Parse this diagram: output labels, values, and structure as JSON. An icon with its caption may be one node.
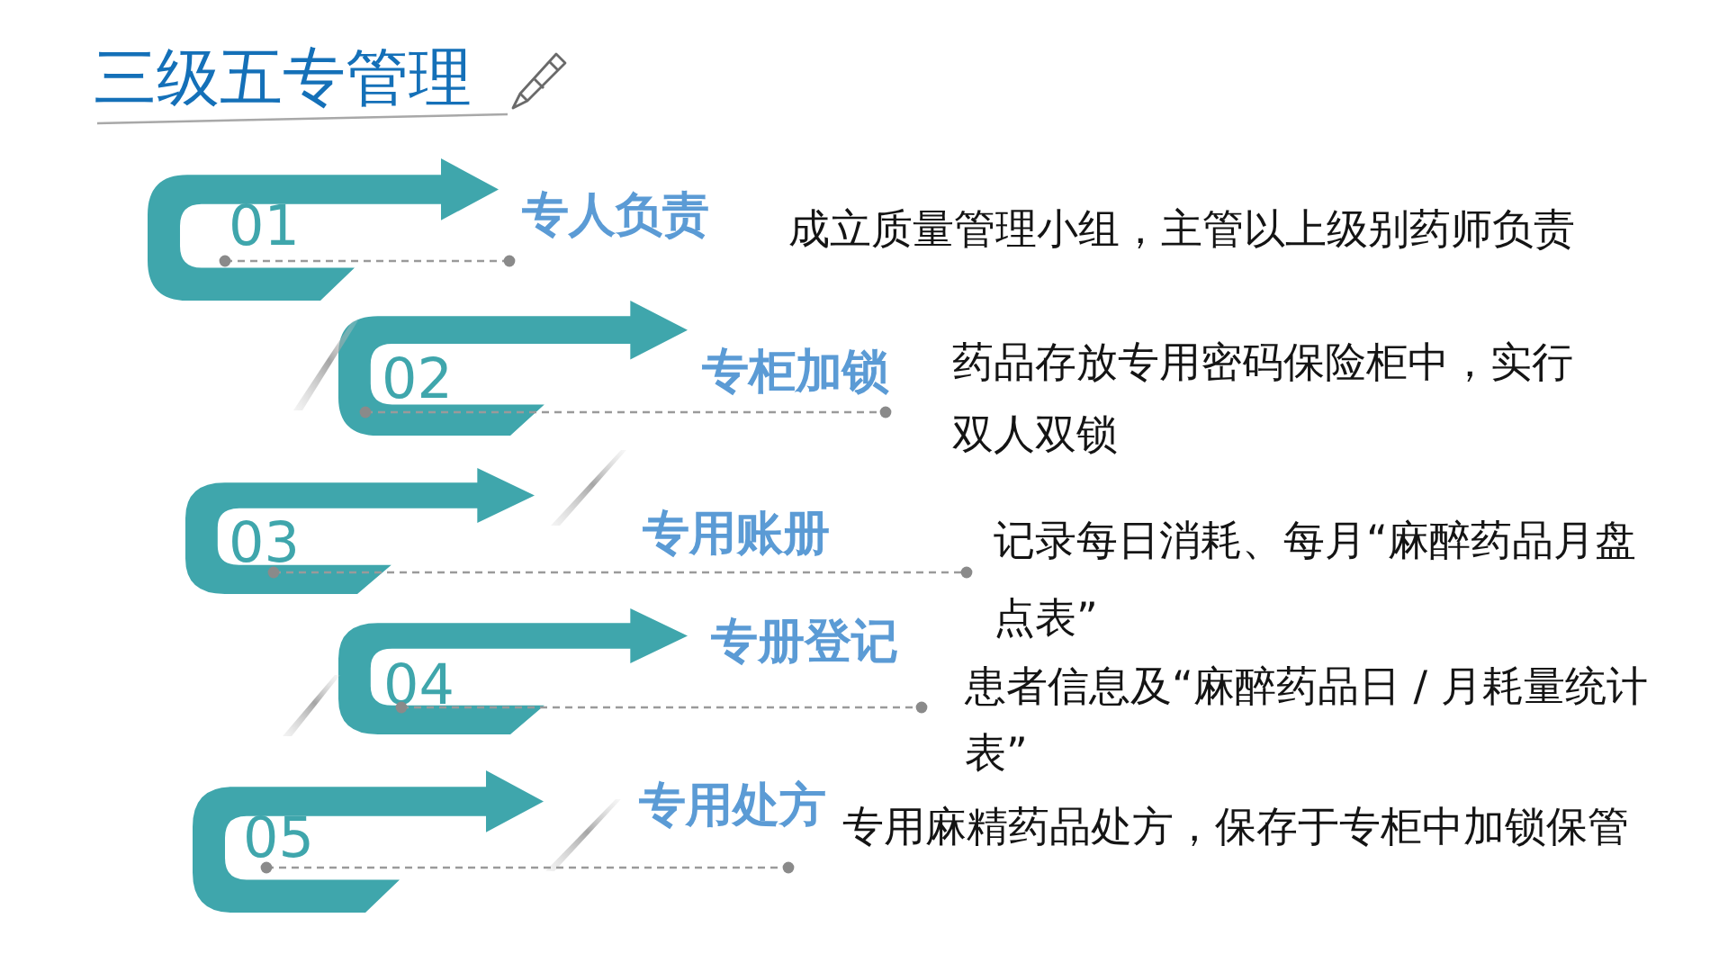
{
  "diagram": {
    "title": "三级五专管理",
    "nodes": [
      {
        "text": [
          "01"
        ]
      },
      {
        "text": [
          "02"
        ]
      },
      {
        "text": [
          "03"
        ]
      },
      {
        "text": [
          "04"
        ]
      },
      {
        "text": [
          "05"
        ]
      }
    ],
    "labels": [
      "专人负责",
      "成立质量管理小组，主管以上级别药师负责",
      "专柜加锁",
      "药品存放专用密码保险柜中，实行双人双锁",
      "专用账册",
      "记录每日消耗、每月“麻醉药品月盘点表”",
      "专册登记",
      "患者信息及“麻醉药品日 / 月耗量统计表”",
      "专用处方",
      "专用麻精药品处方，保存于专柜中加锁保管"
    ]
  }
}
